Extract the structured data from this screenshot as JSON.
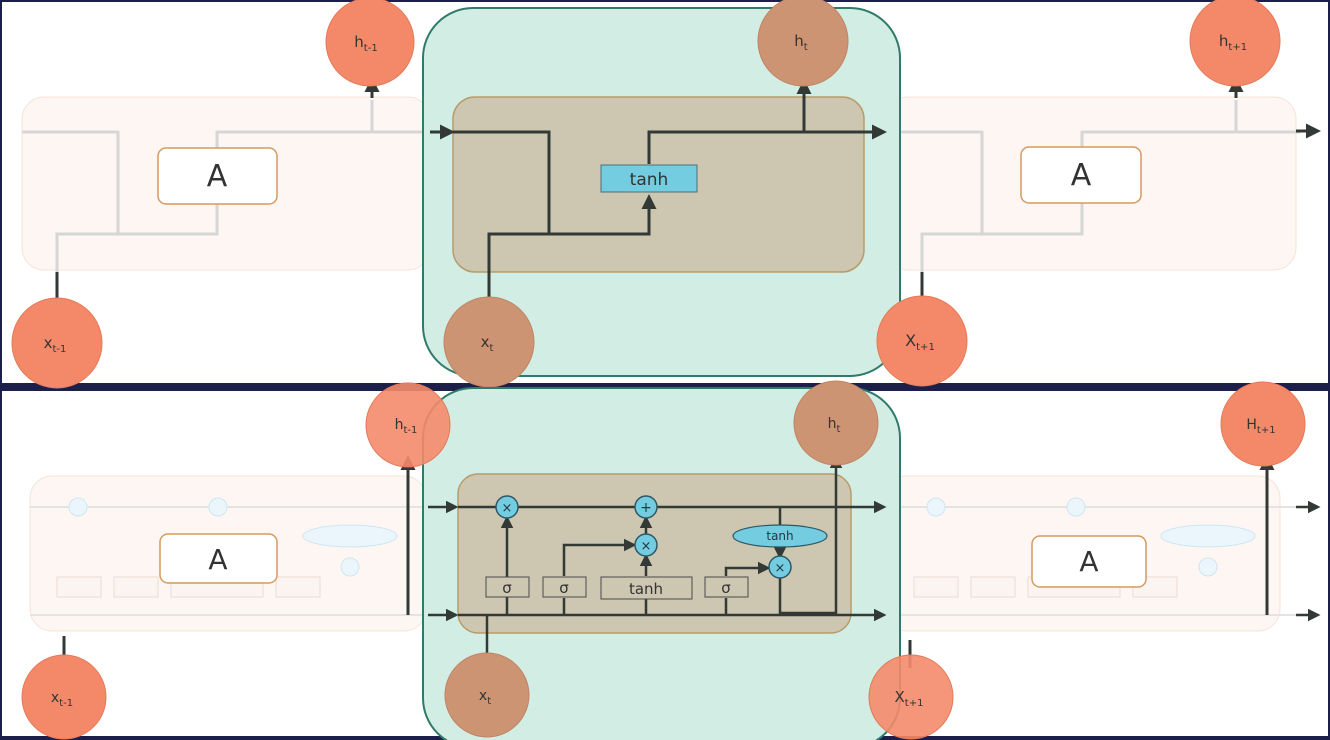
{
  "top_panel": {
    "cell_label": "A",
    "tanh": "tanh",
    "nodes": {
      "h_prev": "h",
      "h_prev_sub": "t-1",
      "h_cur": "h",
      "h_cur_sub": "t",
      "h_next": "h",
      "h_next_sub": "t+1",
      "x_prev": "x",
      "x_prev_sub": "t-1",
      "x_cur": "x",
      "x_cur_sub": "t",
      "x_next": "X",
      "x_next_sub": "t+1"
    }
  },
  "bottom_panel": {
    "cell_label": "A",
    "sigma": "σ",
    "tanh": "tanh",
    "times": "×",
    "plus": "+",
    "nodes": {
      "h_prev": "h",
      "h_prev_sub": "t-1",
      "h_cur": "h",
      "h_cur_sub": "t",
      "h_next": "H",
      "h_next_sub": "t+1",
      "x_prev": "x",
      "x_prev_sub": "t-1",
      "x_cur": "x",
      "x_cur_sub": "t",
      "x_next": "X",
      "x_next_sub": "t+1"
    }
  },
  "colors": {
    "node_fill": "#f4896a",
    "node_dark": "#cd9473",
    "highlight": "#d2ede4",
    "highlight_border": "#2f7a6a",
    "inner_cell": "#cdc6b1",
    "gate_blue": "#74cce0",
    "line": "#333a36"
  }
}
